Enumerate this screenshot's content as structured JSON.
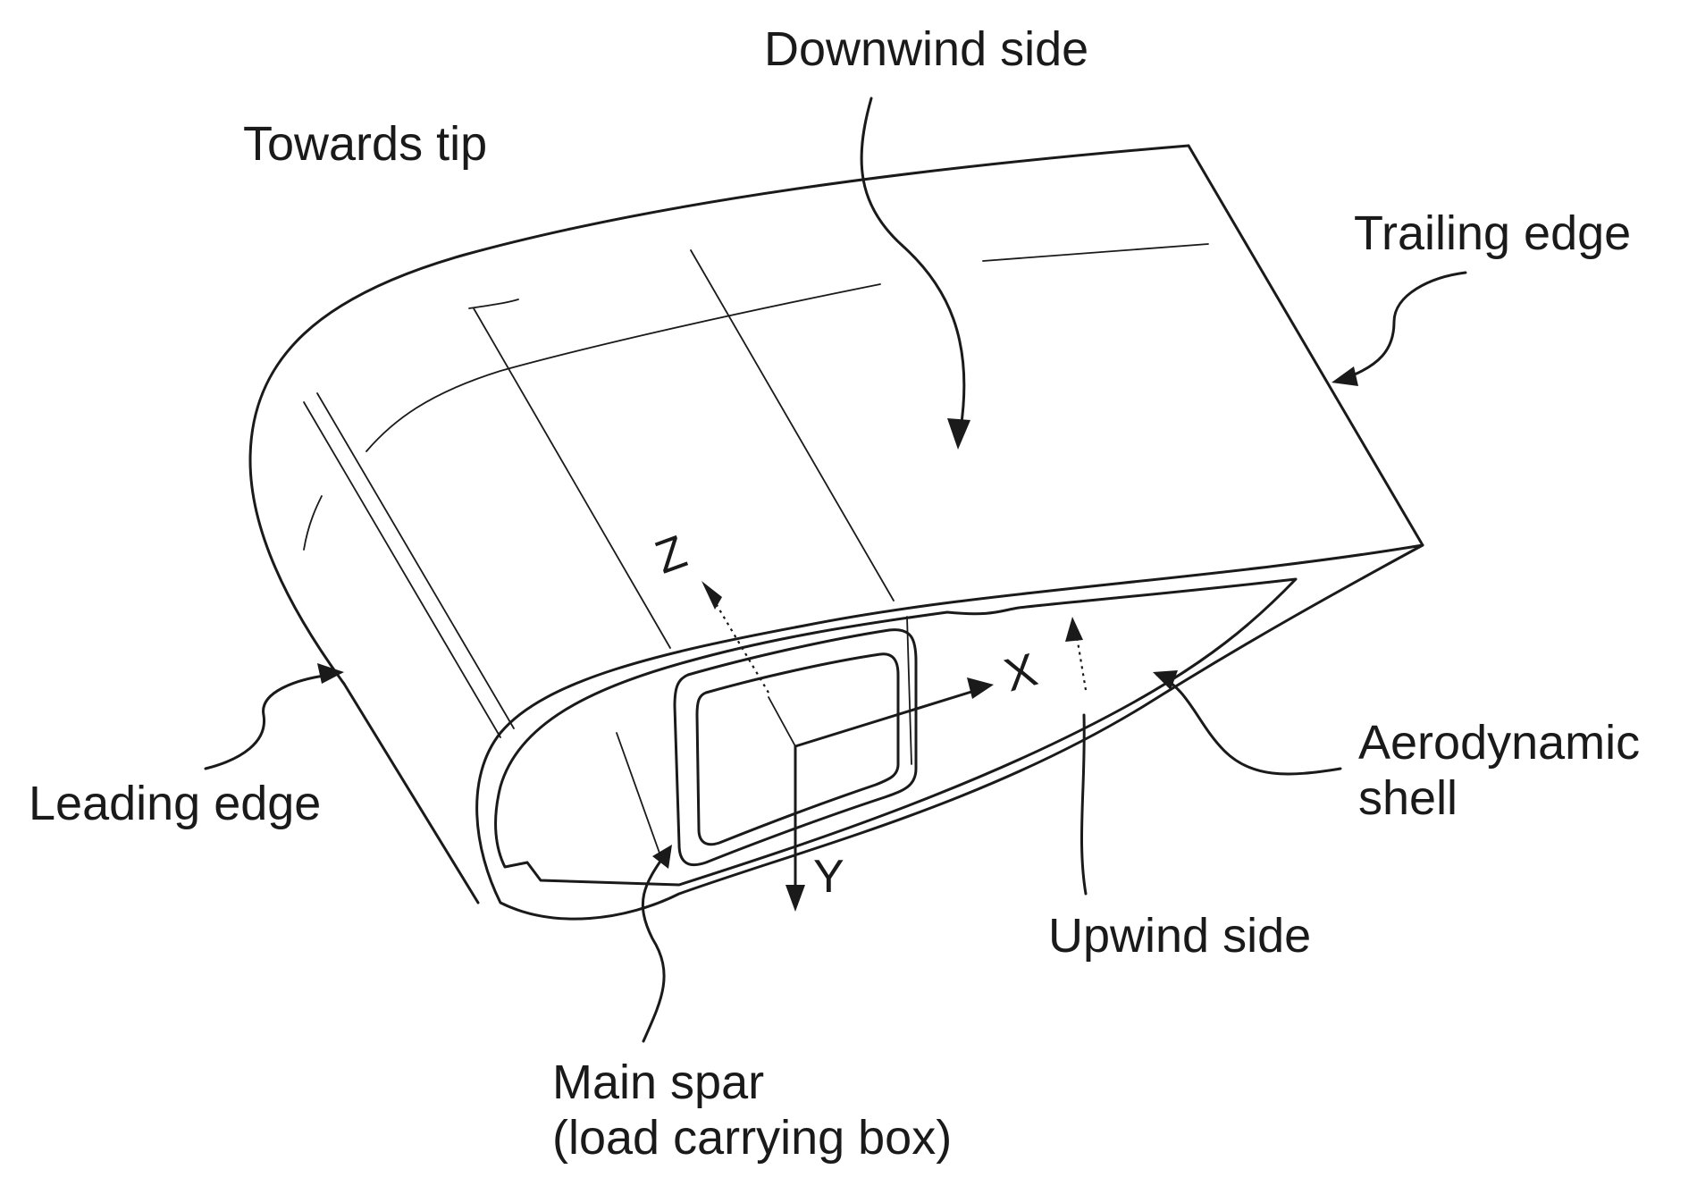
{
  "labels": {
    "downwind_side": "Downwind side",
    "towards_tip": "Towards tip",
    "trailing_edge": "Trailing edge",
    "leading_edge": "Leading edge",
    "aerodynamic_shell_line1": "Aerodynamic",
    "aerodynamic_shell_line2": "shell",
    "upwind_side": "Upwind side",
    "main_spar_line1": "Main spar",
    "main_spar_line2": "(load carrying box)"
  },
  "axes": {
    "x": "X",
    "y": "Y",
    "z": "Z"
  },
  "colors": {
    "ink": "#1a1a1a",
    "background": "#ffffff"
  }
}
